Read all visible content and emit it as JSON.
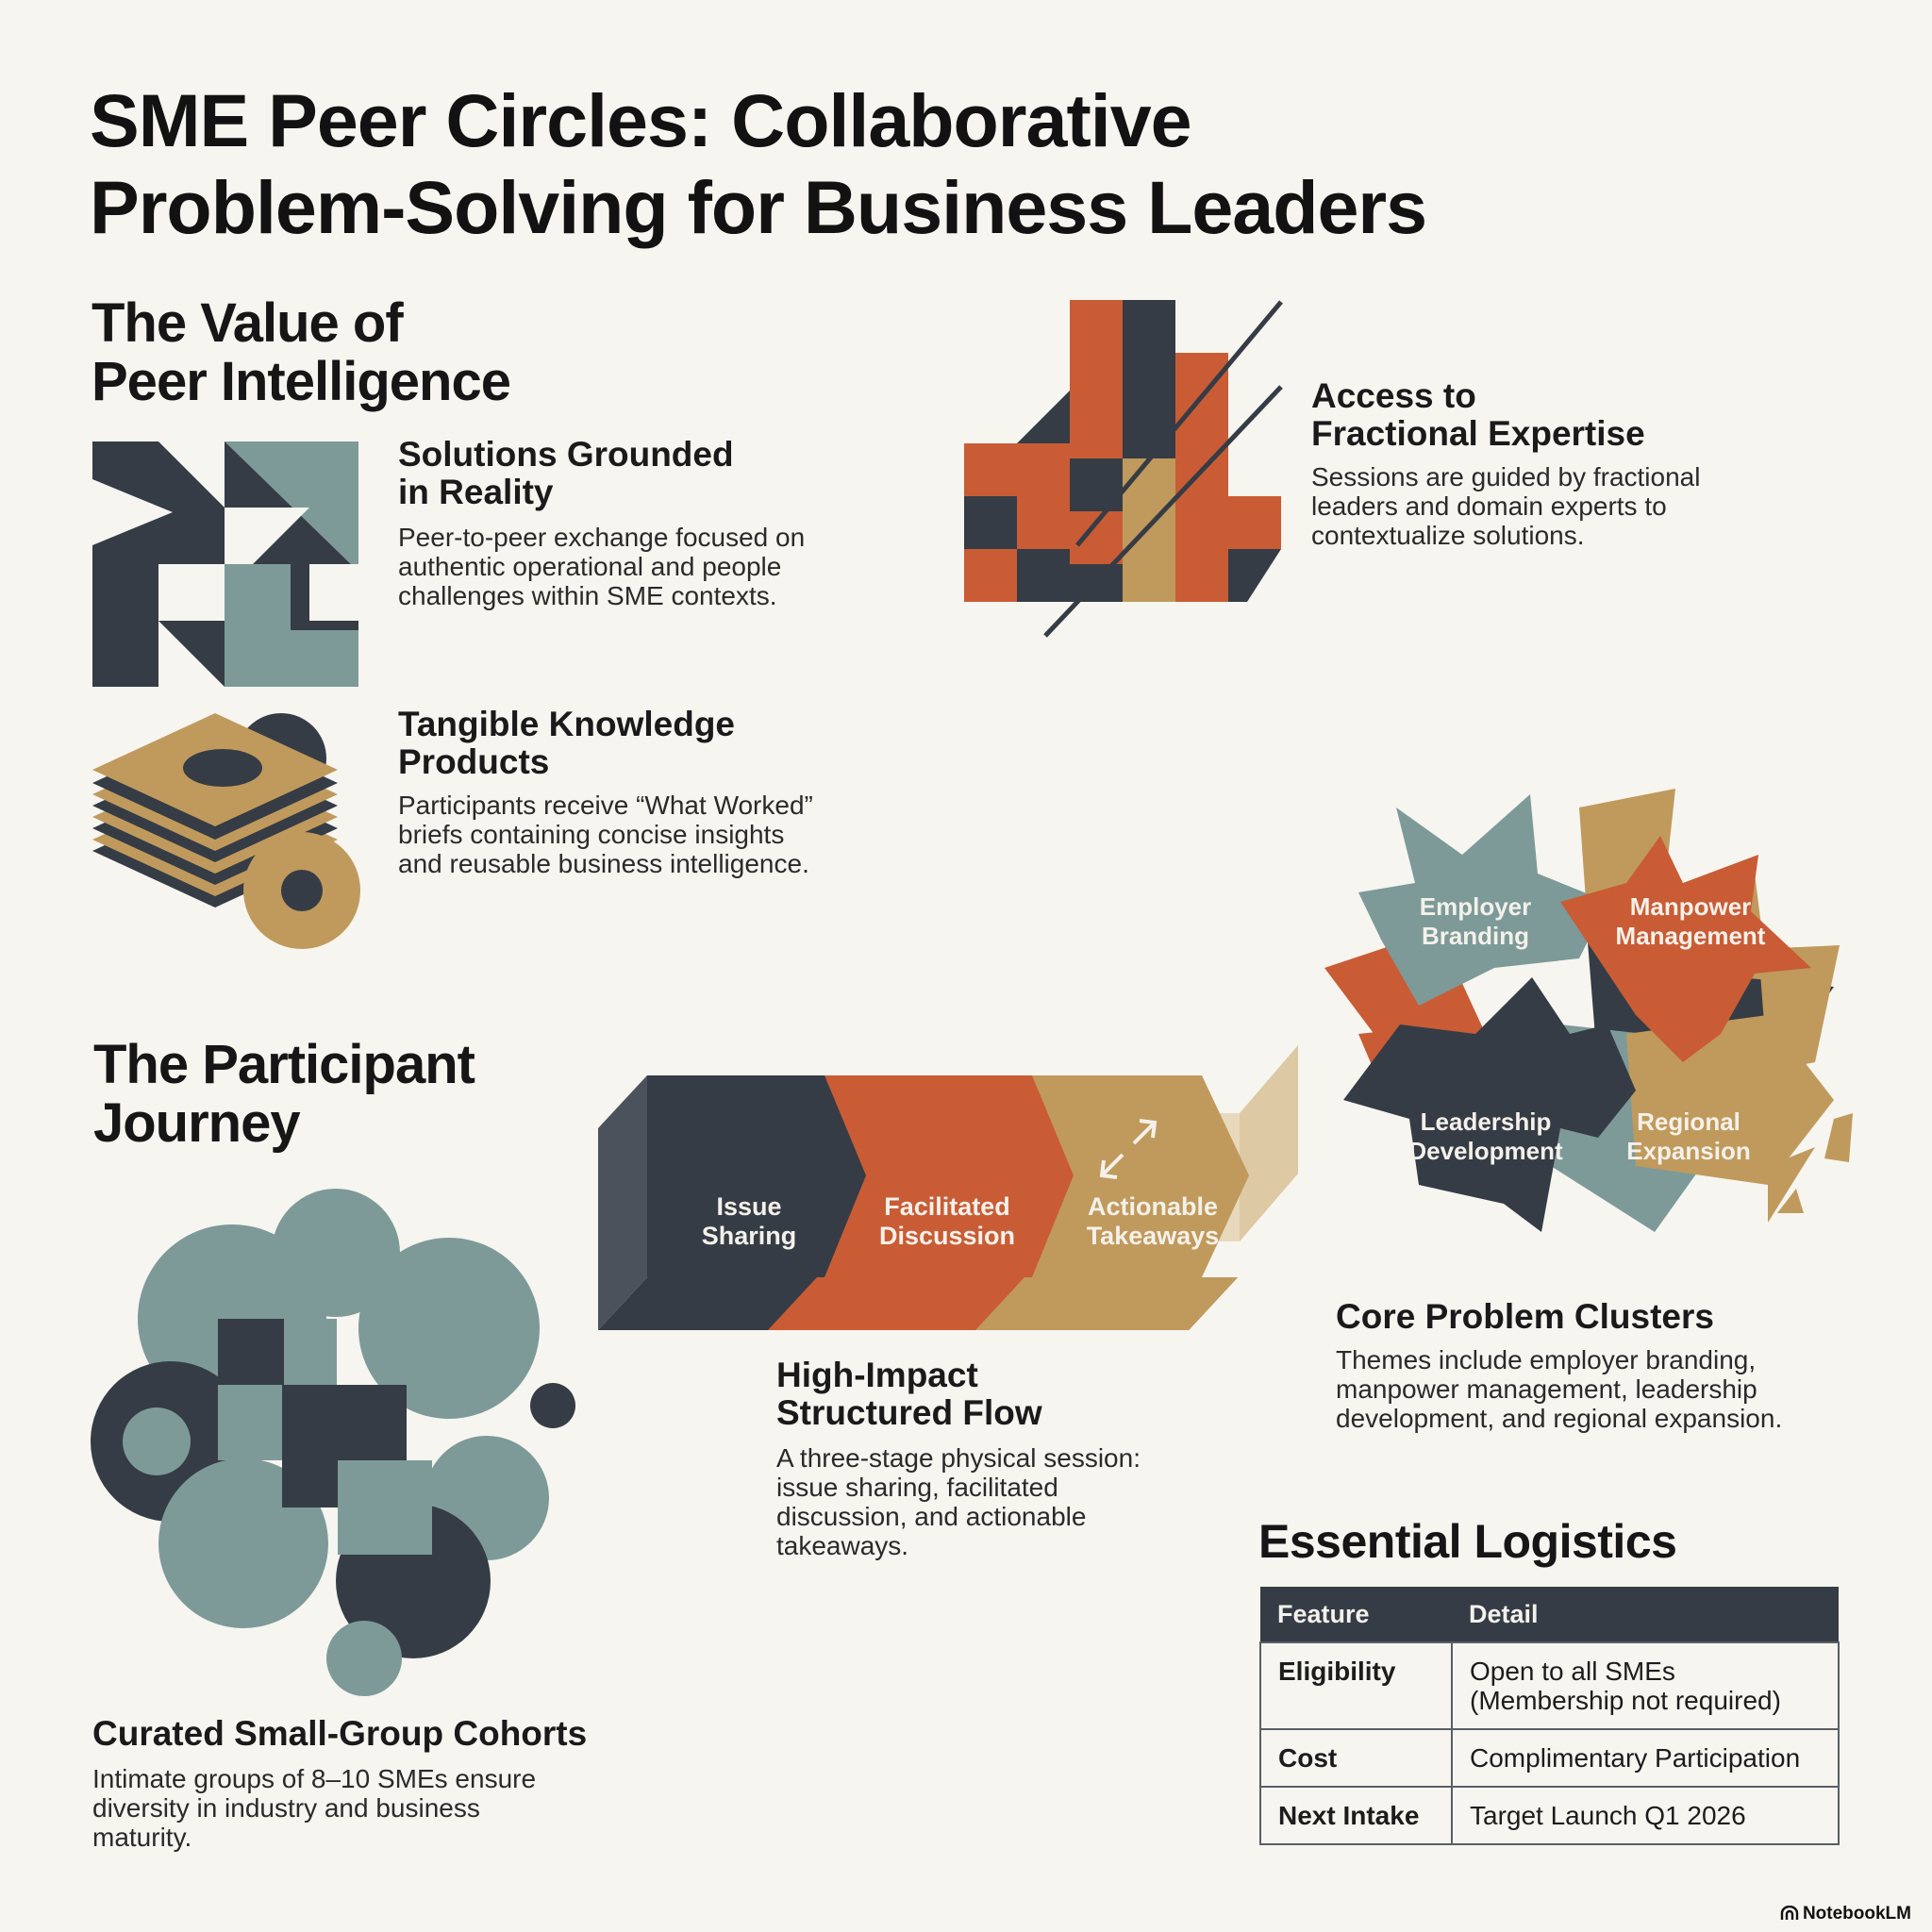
{
  "header": {
    "title_line1": "SME Peer Circles: Collaborative",
    "title_line2": "Problem-Solving for Business Leaders"
  },
  "value_section": {
    "title_line1": "The Value of",
    "title_line2": "Peer Intelligence",
    "features": [
      {
        "title_line1": "Solutions Grounded",
        "title_line2": "in Reality",
        "desc_line1": "Peer-to-peer exchange focused on",
        "desc_line2": "authentic operational and people",
        "desc_line3": "challenges within SME contexts.",
        "icon": "mosaic-arrows-icon"
      },
      {
        "title_line1": "Tangible Knowledge",
        "title_line2": "Products",
        "desc_line1": "Participants receive “What Worked”",
        "desc_line2": "briefs containing concise insights",
        "desc_line3": "and reusable business intelligence.",
        "icon": "stacked-briefs-icon"
      },
      {
        "title_line1": "Access to",
        "title_line2": "Fractional Expertise",
        "desc_line1": "Sessions are guided by fractional",
        "desc_line2": "leaders and domain experts to",
        "desc_line3": "contextualize solutions.",
        "icon": "fractional-blocks-icon"
      }
    ]
  },
  "journey_section": {
    "title_line1": "The Participant",
    "title_line2": "Journey",
    "cohorts": {
      "title": "Curated Small-Group Cohorts",
      "desc_line1": "Intimate groups of 8–10 SMEs ensure",
      "desc_line2": "diversity in industry and business",
      "desc_line3": "maturity.",
      "icon": "cohort-circles-icon"
    },
    "flow": {
      "stages": [
        {
          "line1": "Issue",
          "line2": "Sharing"
        },
        {
          "line1": "Facilitated",
          "line2": "Discussion"
        },
        {
          "line1": "Actionable",
          "line2": "Takeaways"
        }
      ],
      "title_line1": "High-Impact",
      "title_line2": "Structured Flow",
      "desc_line1": "A three-stage physical session:",
      "desc_line2": "issue sharing, facilitated",
      "desc_line3": "discussion, and actionable",
      "desc_line4": "takeaways."
    },
    "clusters": {
      "items": [
        {
          "line1": "Employer",
          "line2": "Branding"
        },
        {
          "line1": "Manpower",
          "line2": "Management"
        },
        {
          "line1": "Leadership",
          "line2": "Development"
        },
        {
          "line1": "Regional",
          "line2": "Expansion"
        }
      ],
      "title": "Core Problem Clusters",
      "desc_line1": "Themes include employer branding,",
      "desc_line2": "manpower management, leadership",
      "desc_line3": "development, and regional expansion."
    }
  },
  "logistics": {
    "title": "Essential Logistics",
    "headers": [
      "Feature",
      "Detail"
    ],
    "rows": [
      {
        "feature": "Eligibility",
        "detail_line1": "Open to all SMEs",
        "detail_line2": "(Membership not required)"
      },
      {
        "feature": "Cost",
        "detail_line1": "Complimentary Participation",
        "detail_line2": ""
      },
      {
        "feature": "Next Intake",
        "detail_line1": "Target Launch Q1 2026",
        "detail_line2": ""
      }
    ]
  },
  "footer": {
    "brand": "NotebookLM"
  },
  "colors": {
    "dark": "#353c45",
    "orange": "#c95c35",
    "gold": "#c09a5c",
    "sage": "#7d9a98",
    "background": "#f6f5f0"
  }
}
